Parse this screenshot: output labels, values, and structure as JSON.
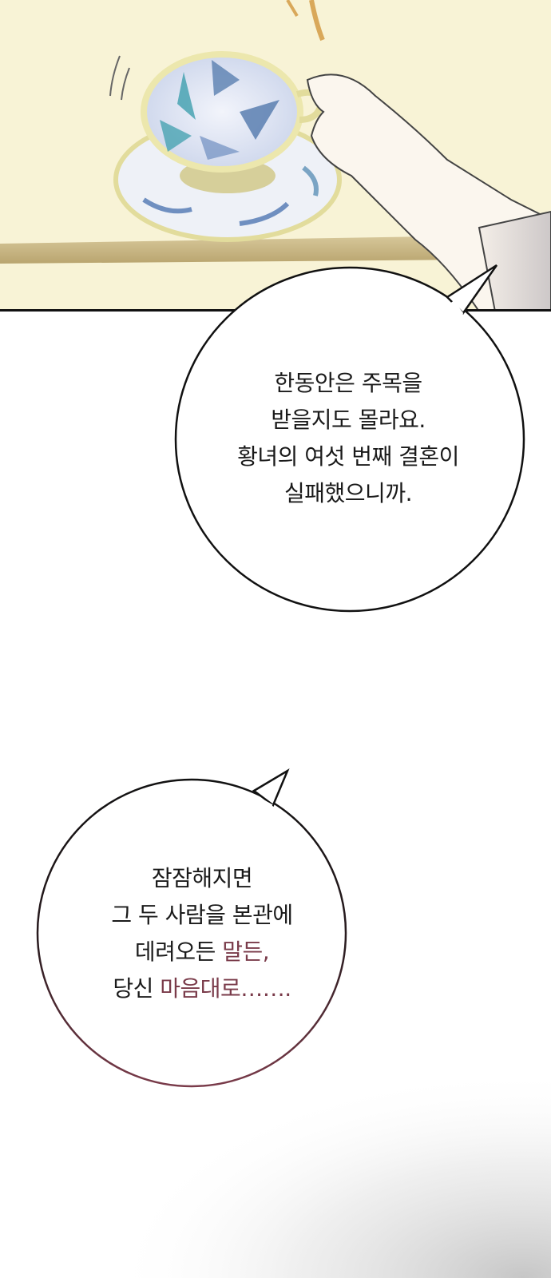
{
  "panel_top": {
    "scene": "teacup-on-saucer-held-by-hand"
  },
  "bubble_1": {
    "lines": [
      "한동안은 주목을",
      "받을지도 몰라요.",
      "황녀의 여섯 번째 결혼이",
      "실패했으니까."
    ]
  },
  "bubble_2": {
    "line_1": "잠잠해지면",
    "line_2": "그 두 사람을 본관에",
    "line_3_plain": "데려오든 ",
    "line_3_accent": "말든,",
    "line_4_plain": "당신 ",
    "line_4_accent": "마음대로……."
  },
  "colors": {
    "panel_bg": "#f8f3d6",
    "table_edge": "#cbb98a",
    "cup_rim": "#e9e4a8",
    "leaf_blue": "#5a7fb0",
    "leaf_teal": "#3f9fae",
    "accent_text": "#7a3b4a",
    "bubble2_border_bottom": "#7a3b4a"
  }
}
